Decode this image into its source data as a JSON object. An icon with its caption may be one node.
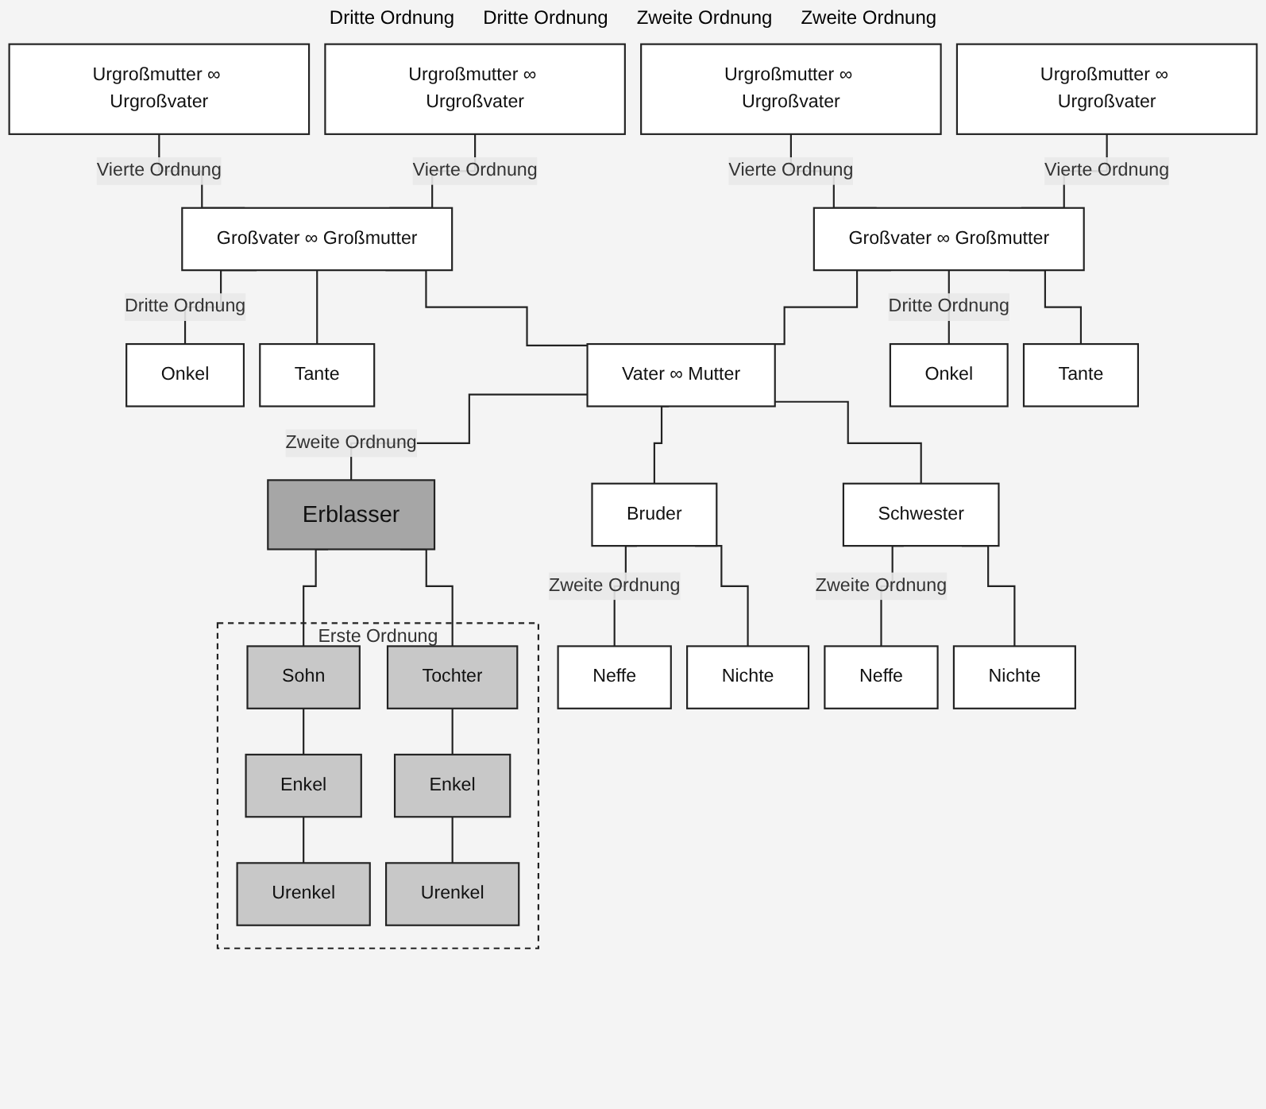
{
  "diagram": {
    "nodes": [
      {
        "text": [
          "Urgroßmutter ∞ Urgroßvater"
        ]
      },
      {
        "text": [
          "Urgroßmutter ∞ Urgroßvater"
        ]
      },
      {
        "text": [
          "Urgroßmutter ∞ Urgroßvater"
        ]
      },
      {
        "text": [
          "Urgroßmutter ∞ Urgroßvater"
        ]
      },
      {
        "text": [
          "Großvater ∞ Großmutter"
        ]
      },
      {
        "text": [
          "Großvater ∞ Großmutter"
        ]
      },
      {
        "text": [
          "Onkel"
        ]
      },
      {
        "text": [
          "Tante"
        ]
      },
      {
        "text": [
          "Onkel"
        ]
      },
      {
        "text": [
          "Tante"
        ]
      },
      {
        "text": [
          "Vater ∞ Mutter"
        ]
      },
      {
        "text": [
          "Bruder"
        ]
      },
      {
        "text": [
          "Erblasser"
        ]
      },
      {
        "text": [
          "Schwester"
        ]
      },
      {
        "text": [
          "Neffe"
        ]
      },
      {
        "text": [
          "Nichte"
        ]
      },
      {
        "text": [
          "Erste Ordnung"
        ]
      },
      {
        "text": [
          "Sohn"
        ],
        "in": 16
      },
      {
        "text": [
          "Tochter"
        ],
        "in": 16
      },
      {
        "text": [
          "Enkel"
        ],
        "in": 16
      },
      {
        "text": [
          "Enkel"
        ],
        "in": 16
      },
      {
        "text": [
          "Urenkel"
        ],
        "in": 16
      },
      {
        "text": [
          "Urenkel"
        ],
        "in": 16
      },
      {
        "text": [
          "Neffe"
        ]
      },
      {
        "text": [
          "Nichte"
        ]
      }
    ],
    "edges": [
      {
        "from": 0,
        "to": 4,
        "arrow": "none",
        "label": "Vierte Ordnung"
      },
      {
        "from": 1,
        "to": 4,
        "arrow": "none",
        "label": "Vierte Ordnung"
      },
      {
        "from": 2,
        "to": 5,
        "arrow": "none",
        "label": "Vierte Ordnung"
      },
      {
        "from": 3,
        "to": 5,
        "arrow": "none",
        "label": "Vierte Ordnung"
      },
      {
        "from": 4,
        "to": 6,
        "arrow": "none",
        "label": "Dritte Ordnung"
      },
      {
        "from": 4,
        "to": 7,
        "arrow": "none"
      },
      {
        "from": 4,
        "to": 10,
        "arrow": "none"
      },
      {
        "from": 5,
        "to": 8,
        "arrow": "none",
        "label": "Dritte Ordnung"
      },
      {
        "from": 5,
        "to": 9,
        "arrow": "none"
      },
      {
        "from": 5,
        "to": 10,
        "arrow": "none"
      },
      {
        "from": 10,
        "to": 11,
        "arrow": "none"
      },
      {
        "from": 10,
        "to": 12,
        "arrow": "none",
        "label": "Zweite Ordnung"
      },
      {
        "from": 10,
        "to": 13,
        "arrow": "none"
      },
      {
        "from": 11,
        "to": 14,
        "arrow": "none",
        "label": "Zweite Ordnung"
      },
      {
        "from": 11,
        "to": 15,
        "arrow": "none"
      },
      {
        "from": 12,
        "to": 17,
        "arrow": "none"
      },
      {
        "from": 12,
        "to": 18,
        "arrow": "none"
      },
      {
        "from": 17,
        "to": 19,
        "arrow": "none"
      },
      {
        "from": 19,
        "to": 21,
        "arrow": "none"
      },
      {
        "from": 18,
        "to": 20,
        "arrow": "none"
      },
      {
        "from": 20,
        "to": 22,
        "arrow": "none"
      },
      {
        "from": 13,
        "to": 23,
        "arrow": "none",
        "label": "Zweite Ordnung"
      },
      {
        "from": 13,
        "to": 24,
        "arrow": "none"
      }
    ],
    "labels": [
      "Dritte Ordnung",
      "Dritte Ordnung",
      "Zweite Ordnung",
      "Zweite Ordnung"
    ]
  }
}
